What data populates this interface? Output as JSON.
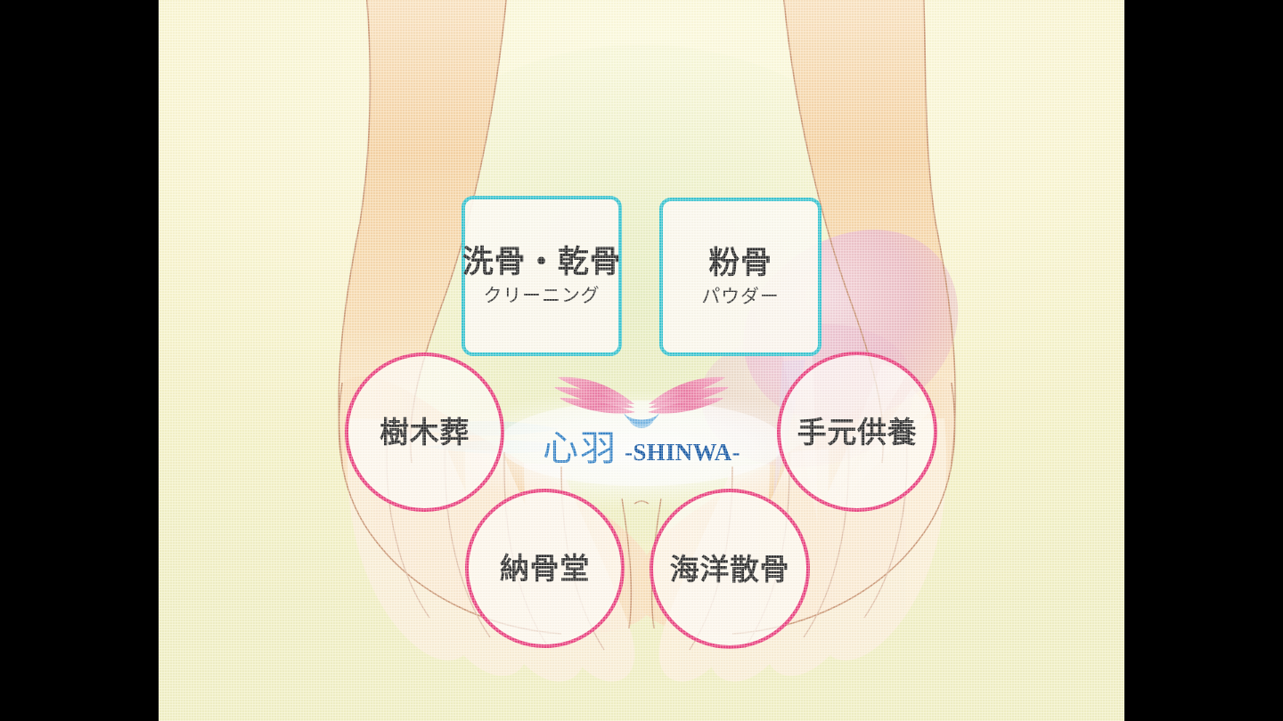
{
  "slide": {
    "background_color": "#f8f5cf",
    "letterbox_color": "#000000",
    "accent_teal": "#3ec6d2",
    "accent_pink": "#eb4682",
    "logo_blue": "#3a86c8",
    "logo_blue_dark": "#1f5fa8",
    "skin_color": "#f6d5a9",
    "outline_color": "#c28a68"
  },
  "logo": {
    "kanji": "心羽",
    "roman": "-SHINWA-",
    "mark_name": "pink-wings-with-blue-waves"
  },
  "cards": [
    {
      "main": "洗骨・乾骨",
      "sub": "クリーニング"
    },
    {
      "main": "粉骨",
      "sub": "パウダー"
    }
  ],
  "circles": [
    {
      "label": "樹木葬"
    },
    {
      "label": "手元供養"
    },
    {
      "label": "納骨堂"
    },
    {
      "label": "海洋散骨"
    }
  ]
}
